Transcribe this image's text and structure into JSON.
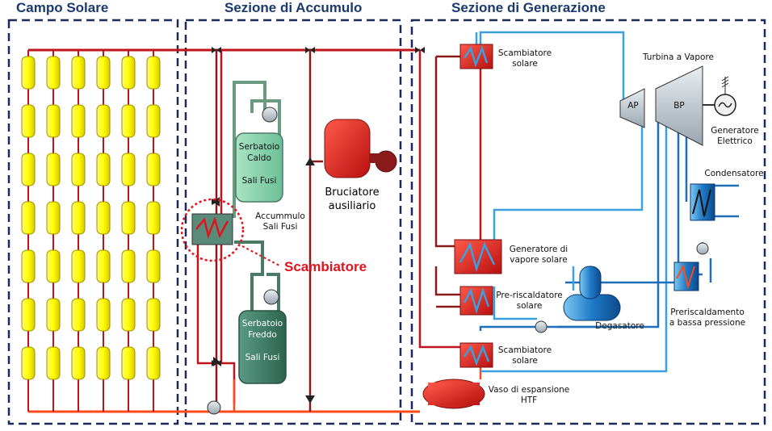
{
  "sections": {
    "campo": "Campo Solare",
    "accumulo": "Sezione di Accumulo",
    "generazione": "Sezione di Generazione"
  },
  "labels": {
    "serbatoio_caldo": "Serbatoio\nCaldo\n\nSali Fusi",
    "serbatoio_freddo": "Serbatoio\nFreddo\n\nSali Fusi",
    "accumulo_scambiatore": "Accummulo\nSali Fusi",
    "scambiatore_callout": "Scambiatore",
    "bruciatore": "Bruciatore\nausiliario",
    "scambiatore_solare_top": "Scambiatore\nsolare",
    "generatore_vapore": "Generatore di\nvapore solare",
    "preriscaldatore": "Pre-riscaldatore\nsolare",
    "scambiatore_solare_bottom": "Scambiatore\nsolare",
    "vaso": "Vaso di espansione\nHTF",
    "degasatore": "Degasatore",
    "preriscaldamento": "Preriscaldamento\na bassa pressione",
    "turbina": "Turbina a Vapore",
    "ap": "AP",
    "bp": "BP",
    "generatore_elettrico": "Generatore\nElettrico",
    "condensatore": "Condensatore"
  },
  "colors": {
    "hot_pipe": "#c0141c",
    "cold_pipe": "#ff4a1a",
    "dark_pipe": "#8b1a1a",
    "water_pipe": "#1f6fb8",
    "light_water": "#3aa0e0",
    "collector": "#ffff00",
    "section_border": "#1a2a5a",
    "salt_hot": "#8fd3b0",
    "salt_cold": "#3f7f6a",
    "callout": "#e0141e"
  }
}
